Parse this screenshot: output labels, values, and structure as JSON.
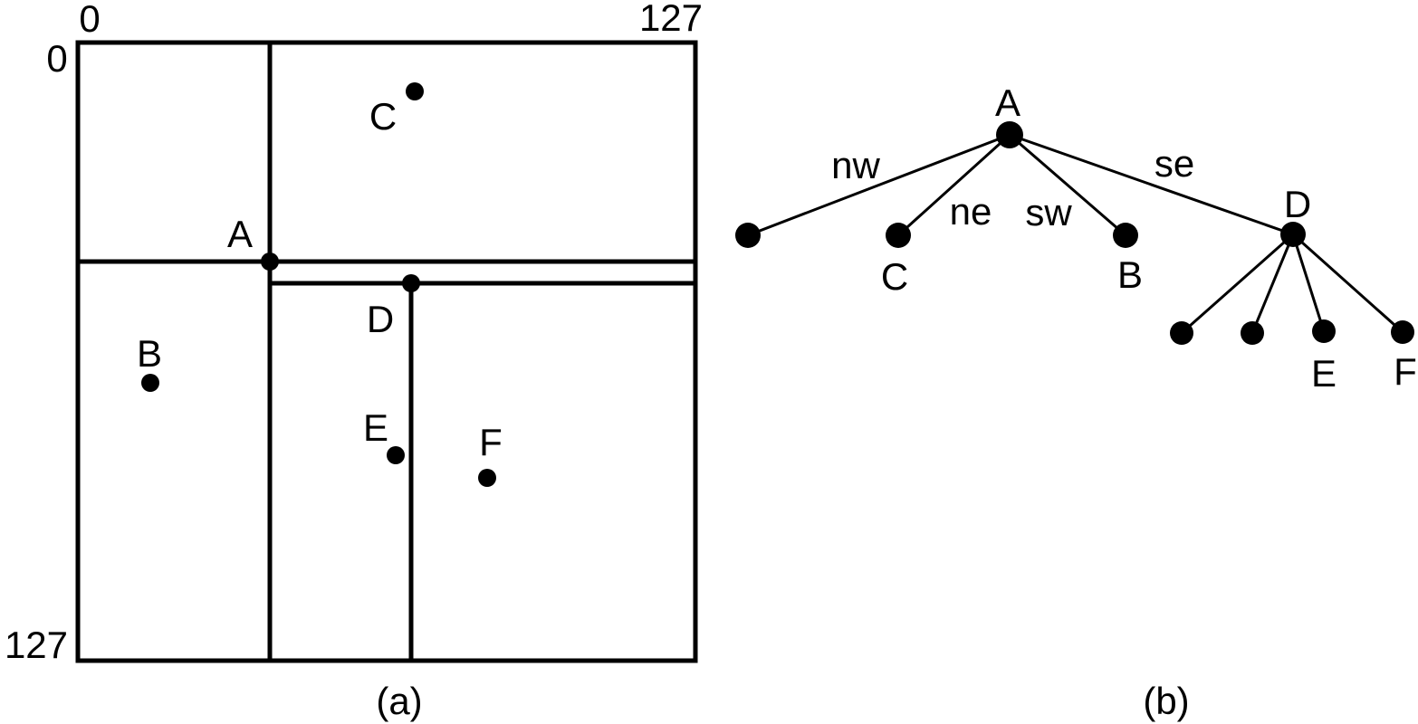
{
  "figure_a": {
    "caption": "(a)",
    "type": "quadtree-space-decomposition",
    "axis": {
      "col_min_label": "0",
      "col_max_label": "127",
      "row_min_label": "0",
      "row_max_label": "127"
    },
    "points": [
      {
        "label": "A"
      },
      {
        "label": "B"
      },
      {
        "label": "C"
      },
      {
        "label": "D"
      },
      {
        "label": "E"
      },
      {
        "label": "F"
      }
    ]
  },
  "figure_b": {
    "caption": "(b)",
    "type": "quadtree",
    "root": {
      "label": "A"
    },
    "edge_labels": [
      {
        "label": "nw"
      },
      {
        "label": "ne"
      },
      {
        "label": "sw"
      },
      {
        "label": "se"
      }
    ],
    "root_children": [
      {
        "label": ""
      },
      {
        "label": "C"
      },
      {
        "label": "B"
      },
      {
        "label": "D"
      }
    ],
    "d_children": [
      {
        "label": ""
      },
      {
        "label": ""
      },
      {
        "label": "E"
      },
      {
        "label": "F"
      }
    ]
  },
  "colors": {
    "ink": "#000000",
    "background": "#ffffff"
  }
}
